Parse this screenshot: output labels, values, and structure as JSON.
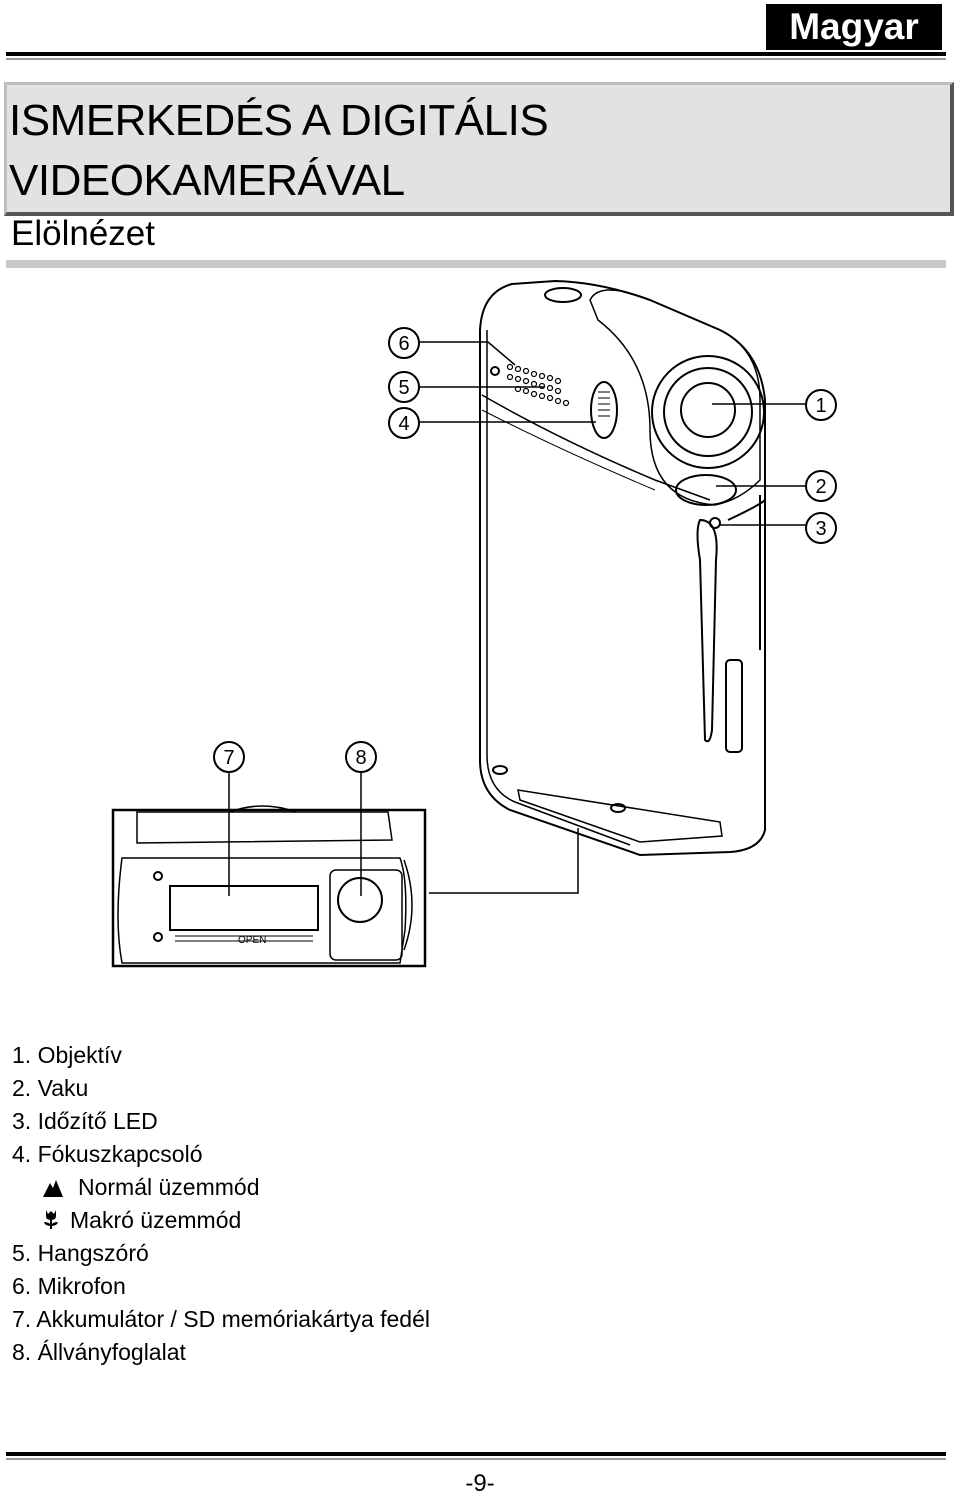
{
  "header": {
    "language": "Magyar"
  },
  "title": {
    "line1": "ISMERKEDÉS A DIGITÁLIS",
    "line2": "VIDEOKAMERÁVAL"
  },
  "subtitle": "Elölnézet",
  "figure": {
    "callouts": [
      "1",
      "2",
      "3",
      "4",
      "5",
      "6",
      "7",
      "8"
    ],
    "open_label": "OPEN"
  },
  "parts": [
    "1. Objektív",
    "2. Vaku",
    "3. Időzítő LED",
    "4. Fókuszkapcsoló",
    "Normál üzemmód",
    "Makró üzemmód",
    "5. Hangszóró",
    "6. Mikrofon",
    "7. Akkumulátor / SD memóriakártya fedél",
    "8. Állványfoglalat"
  ],
  "icons": {
    "normal_mode": "mountain-icon",
    "macro_mode": "flower-icon"
  },
  "footer": {
    "page_number": "-9-"
  }
}
